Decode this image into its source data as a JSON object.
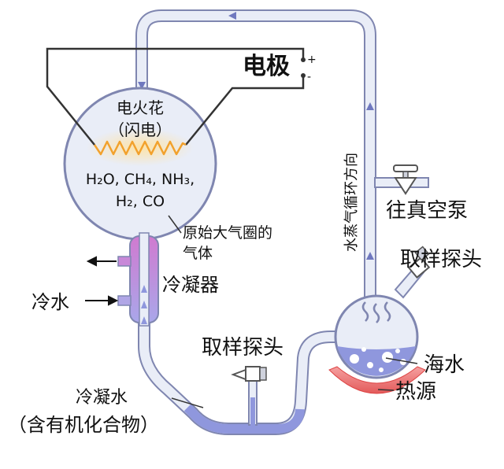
{
  "labels": {
    "electrode": "电极",
    "plus": "+",
    "minus": "-",
    "spark_line1": "电火花",
    "spark_line2": "（闪电）",
    "gases_line1": "H₂O, CH₄, NH₃,",
    "gases_line2": "H₂, CO",
    "atmosphere_line1": "原始大气圈的",
    "atmosphere_line2": "气体",
    "condenser": "冷凝器",
    "cold_water": "冷水",
    "circulation": "水蒸气循环方向",
    "vacuum_pump": "往真空泵",
    "probe_top": "取样探头",
    "probe_bottom": "取样探头",
    "seawater": "海水",
    "heat_source": "热源",
    "condensed_line1": "冷凝水",
    "condensed_line2": "（含有机化合物）"
  },
  "colors": {
    "glass_fill": "#e9edf7",
    "glass_stroke": "#7f86b0",
    "water": "#8f97dd",
    "heat": "#ee6f6f",
    "spark": "#f2a12c",
    "condenser": "#b78fdc"
  }
}
